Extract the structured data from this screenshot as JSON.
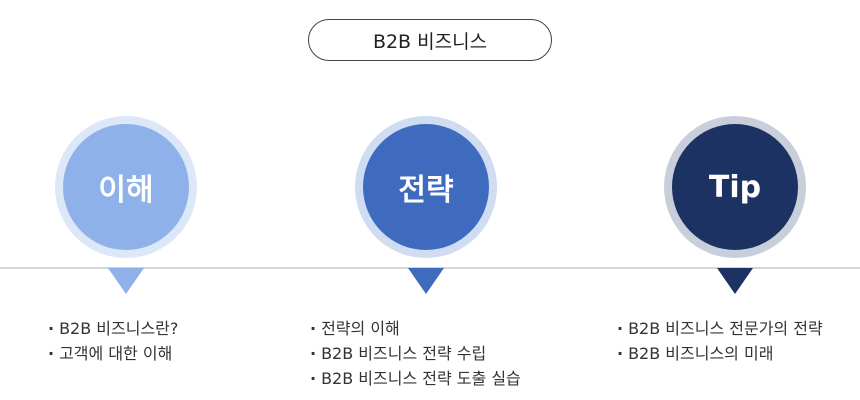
{
  "title": "B2B 비즈니스",
  "nodes": [
    {
      "label": "이해",
      "color": "#8fb1ea",
      "ring_color": "#dce7f8",
      "items": [
        "B2B 비즈니스란?",
        "고객에 대한 이해"
      ]
    },
    {
      "label": "전략",
      "color": "#3f6bbe",
      "ring_color": "#cfdcf2",
      "items": [
        "전략의 이해",
        "B2B 비즈니스 전략 수립",
        "B2B 비즈니스 전략 도출 실습"
      ]
    },
    {
      "label": "Tip",
      "color": "#1b3262",
      "ring_color": "#c9cfda",
      "items": [
        "B2B 비즈니스 전문가의 전략",
        "B2B 비즈니스의 미래"
      ]
    }
  ]
}
